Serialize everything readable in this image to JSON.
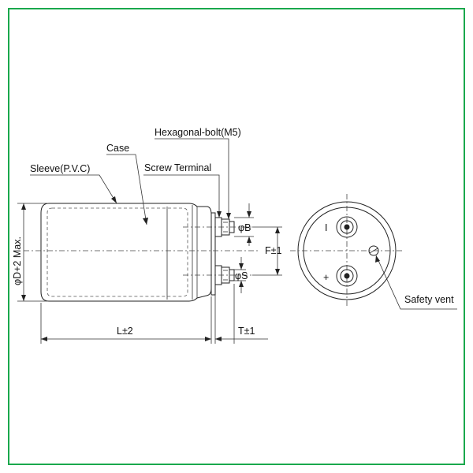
{
  "labels": {
    "hex_bolt": "Hexagonal-bolt(M5)",
    "case": "Case",
    "sleeve": "Sleeve(P.V.C)",
    "screw_terminal": "Screw Terminal",
    "dim_b": "φB",
    "dim_s": "φS",
    "dim_f": "F±1",
    "dim_d": "φD+2 Max.",
    "dim_l": "L±2",
    "dim_t": "T±1",
    "safety_vent": "Safety vent",
    "neg_mark": "I",
    "pos_mark": "+"
  },
  "colors": {
    "frame": "#1aa84c",
    "ink": "#222222"
  }
}
